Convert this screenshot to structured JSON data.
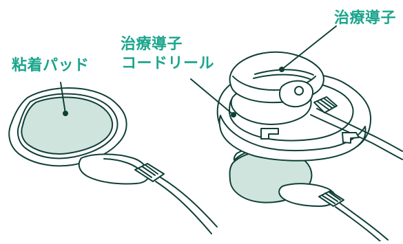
{
  "labels": {
    "adhesive_pad": "粘着パッド",
    "treatment_electrode_left": "治療導子",
    "cord_reel": "コードリール",
    "treatment_electrode_right": "治療導子"
  },
  "colors": {
    "accent": "#1aa58c",
    "pad_fill": "#cfe4dc",
    "line": "#0f3f37",
    "white": "#ffffff"
  }
}
